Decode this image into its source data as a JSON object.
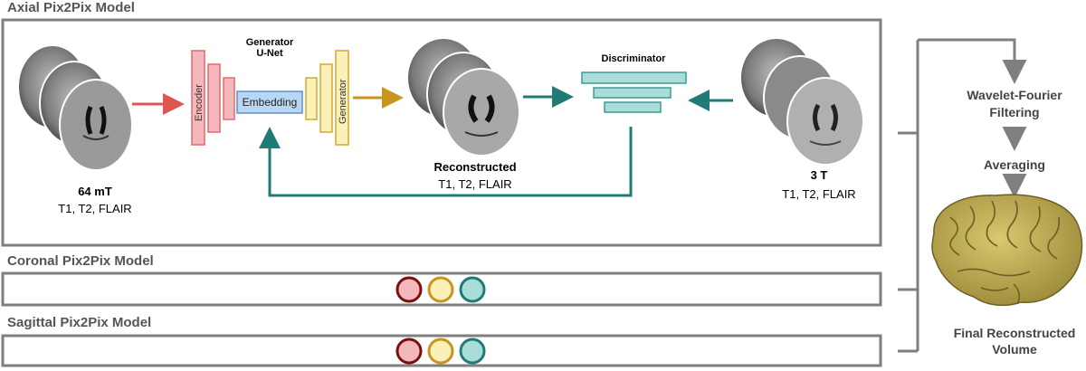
{
  "axial": {
    "title": "Axial Pix2Pix Model",
    "generator_title_line1": "Generator",
    "generator_title_line2": "U-Net",
    "encoder_label": "Encoder",
    "embedding_label": "Embedding",
    "generator_label": "Generator",
    "discriminator_label": "Discriminator",
    "input_field": "64 mT",
    "input_contrasts": "T1, T2, FLAIR",
    "recon_label": "Reconstructed",
    "recon_contrasts": "T1, T2, FLAIR",
    "target_field": "3 T",
    "target_contrasts": "T1, T2, FLAIR"
  },
  "coronal": {
    "title": "Coronal Pix2Pix Model"
  },
  "sagittal": {
    "title": "Sagittal Pix2Pix Model"
  },
  "pipeline": {
    "wavelet_line1": "Wavelet-Fourier",
    "wavelet_line2": "Filtering",
    "averaging": "Averaging",
    "final_line1": "Final Reconstructed",
    "final_line2": "Volume"
  },
  "colors": {
    "frame": "#7f7f7f",
    "encoder_fill": "#f4b8bc",
    "encoder_stroke": "#e06a70",
    "embedding_fill": "#b9d7f2",
    "embedding_stroke": "#5f8fc8",
    "generator_fill": "#fbf0b8",
    "generator_stroke": "#d2a832",
    "discriminator_fill": "#a9ddda",
    "discriminator_stroke": "#3c9c97",
    "red_arrow": "#e05454",
    "gold_arrow": "#c8961e",
    "teal_arrow": "#1f7a78",
    "brain_surface": "#c7b55a"
  }
}
